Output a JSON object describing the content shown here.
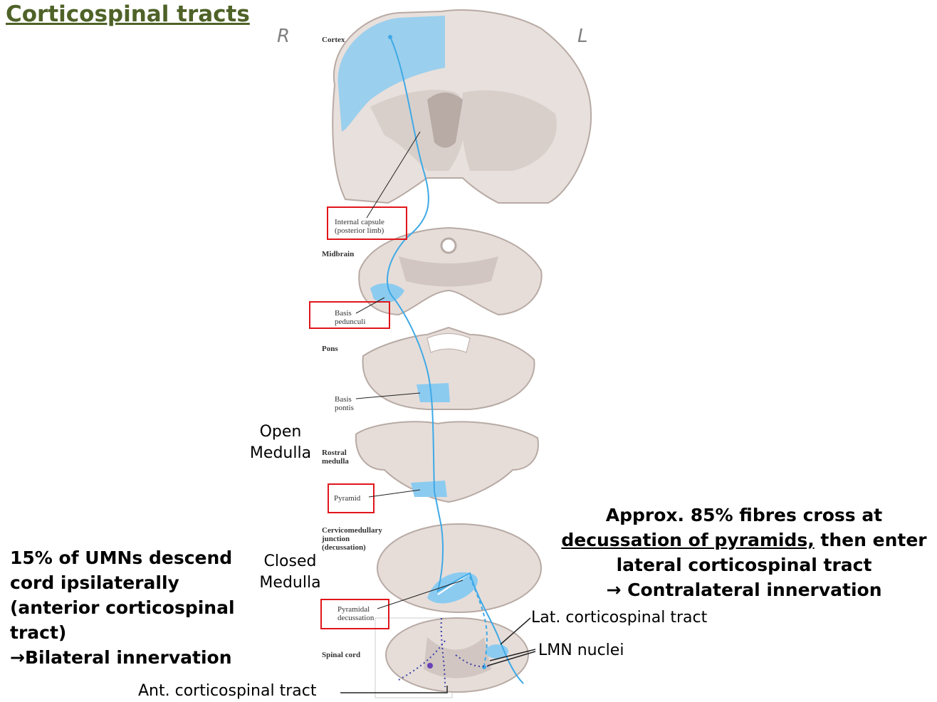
{
  "title": "Corticospinal tracts",
  "sides": {
    "right": "R",
    "left": "L"
  },
  "figure_labels": {
    "cortex": "Cortex",
    "internal_capsule": [
      "Internal capsule",
      "(posterior limb)"
    ],
    "midbrain": "Midbrain",
    "basis_pedunculi": [
      "Basis",
      "pedunculi"
    ],
    "pons": "Pons",
    "basis_pontis": [
      "Basis",
      "pontis"
    ],
    "rostral_medulla": [
      "Rostral",
      "medulla"
    ],
    "pyramid": "Pyramid",
    "cervicomedullary": [
      "Cervicomedullary",
      "junction",
      "(decussation)"
    ],
    "pyramidal_decussation": [
      "Pyramidal",
      "decussation"
    ],
    "spinal_cord": "Spinal cord"
  },
  "callouts": {
    "open_medulla": [
      "Open",
      "Medulla"
    ],
    "closed_medulla": [
      "Closed",
      "Medulla"
    ],
    "lat_tract": "Lat. corticospinal tract",
    "lmn_nuclei": "LMN nuclei",
    "ant_tract": "Ant. corticospinal tract"
  },
  "notes": {
    "left": [
      "15% of UMNs descend",
      "cord ipsilaterally",
      "(anterior corticospinal",
      "tract)",
      "→Bilateral innervation"
    ],
    "right": {
      "line1": "Approx. 85% fibres cross at",
      "line2_underlined": "decussation of pyramids,",
      "line2_rest": " then enter",
      "line3": "lateral corticospinal tract",
      "line4": "→ Contralateral innervation"
    }
  },
  "colors": {
    "title": "#4f6228",
    "tract": "#3fa9e6",
    "tract_fill": "#8ccbf0",
    "tissue": "#d8cfcb",
    "tissue_dark": "#b8aaa4",
    "box": "#e0161b",
    "ant_tract": "#3b3fa8"
  }
}
